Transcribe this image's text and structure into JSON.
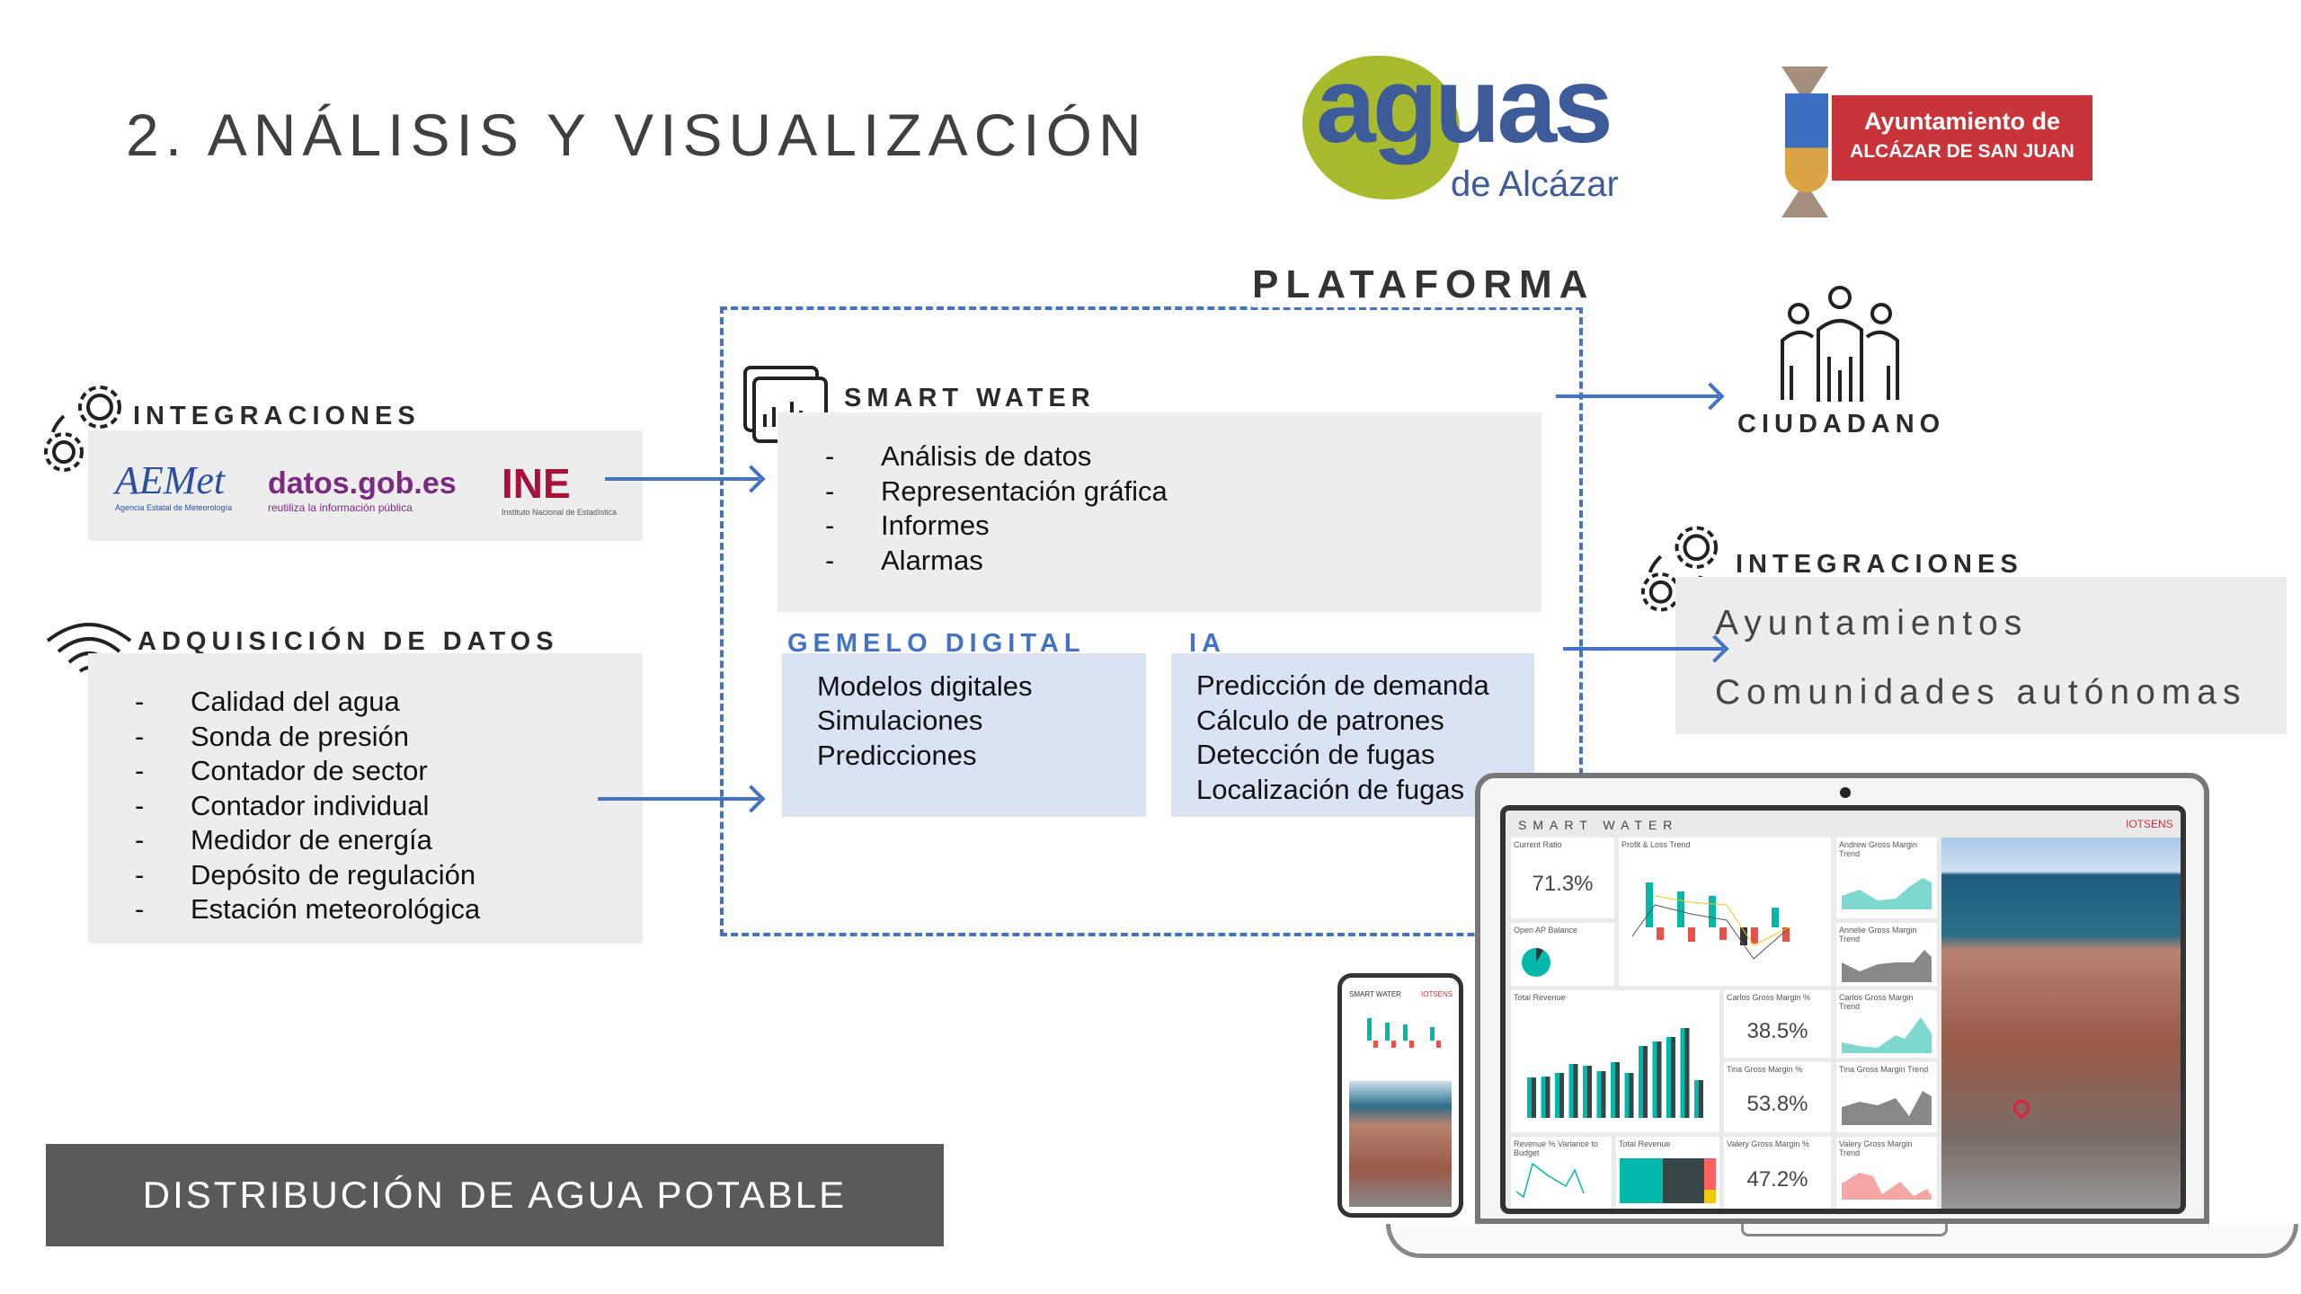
{
  "title": "2. ANÁLISIS Y VISUALIZACIÓN",
  "logos": {
    "aguas": "aguas",
    "aguas_sub": "de Alcázar",
    "ayto_line1": "Ayuntamiento de",
    "ayto_line2": "ALCÁZAR DE SAN JUAN"
  },
  "left": {
    "integraciones": {
      "label": "INTEGRACIONES",
      "sources": [
        {
          "name": "AEMet",
          "sub": "Agencia Estatal de Meteorología"
        },
        {
          "name": "datos.gob.es",
          "sub": "reutiliza la información pública"
        },
        {
          "name": "INE",
          "sub": "Instituto Nacional de Estadística"
        }
      ]
    },
    "adquisicion": {
      "label": "ADQUISICIÓN DE DATOS",
      "items": [
        "Calidad del agua",
        "Sonda de presión",
        "Contador de sector",
        "Contador individual",
        "Medidor de energía",
        "Depósito de regulación",
        "Estación meteorológica"
      ]
    }
  },
  "plataforma": {
    "label": "PLATAFORMA",
    "smart_water": {
      "label": "SMART WATER",
      "items": [
        "Análisis de datos",
        "Representación gráfica",
        "Informes",
        "Alarmas"
      ]
    },
    "gemelo": {
      "label": "GEMELO DIGITAL",
      "items": [
        "Modelos digitales",
        "Simulaciones",
        "Predicciones"
      ]
    },
    "ia": {
      "label": "IA",
      "items": [
        "Predicción de demanda",
        "Cálculo de patrones",
        "Detección de fugas",
        "Localización de fugas"
      ]
    }
  },
  "right": {
    "ciudadano": "CIUDADANO",
    "integraciones": {
      "label": "INTEGRACIONES",
      "items": [
        "Ayuntamientos",
        "Comunidades autónomas"
      ]
    }
  },
  "dashboard": {
    "title": "SMART WATER",
    "brand": "IOTSENS",
    "tiles": [
      "Current Ratio",
      "Profit & Loss Trend",
      "Andrew Gross Margin Trend",
      "Open AP Balance",
      "Annelie Gross Margin Trend",
      "Total Revenue",
      "Carlos Gross Margin %",
      "Carlos Gross Margin Trend",
      "Tina Gross Margin %",
      "Tina Gross Margin Trend",
      "Revenue % Variance to Budget",
      "Total Revenue",
      "Valery Gross Margin %",
      "Valery Gross Margin Trend"
    ],
    "kpis": [
      "71.3%",
      "38.5%",
      "53.8%",
      "47.2%"
    ],
    "revenue_bars": [
      0.45,
      0.46,
      0.5,
      0.6,
      0.58,
      0.52,
      0.62,
      0.5,
      0.8,
      0.85,
      0.9,
      1.0,
      0.42
    ]
  },
  "phone": {
    "title": "SMART WATER",
    "brand": "IOTSENS"
  },
  "banner": "DISTRIBUCIÓN DE AGUA POTABLE",
  "colors": {
    "accent": "#4472c4",
    "teal": "#01b8aa",
    "banner": "#5a5a5a",
    "ayto_red": "#c8343a",
    "aguas_green": "#a8bb2e",
    "aguas_blue": "#3d5a99"
  }
}
